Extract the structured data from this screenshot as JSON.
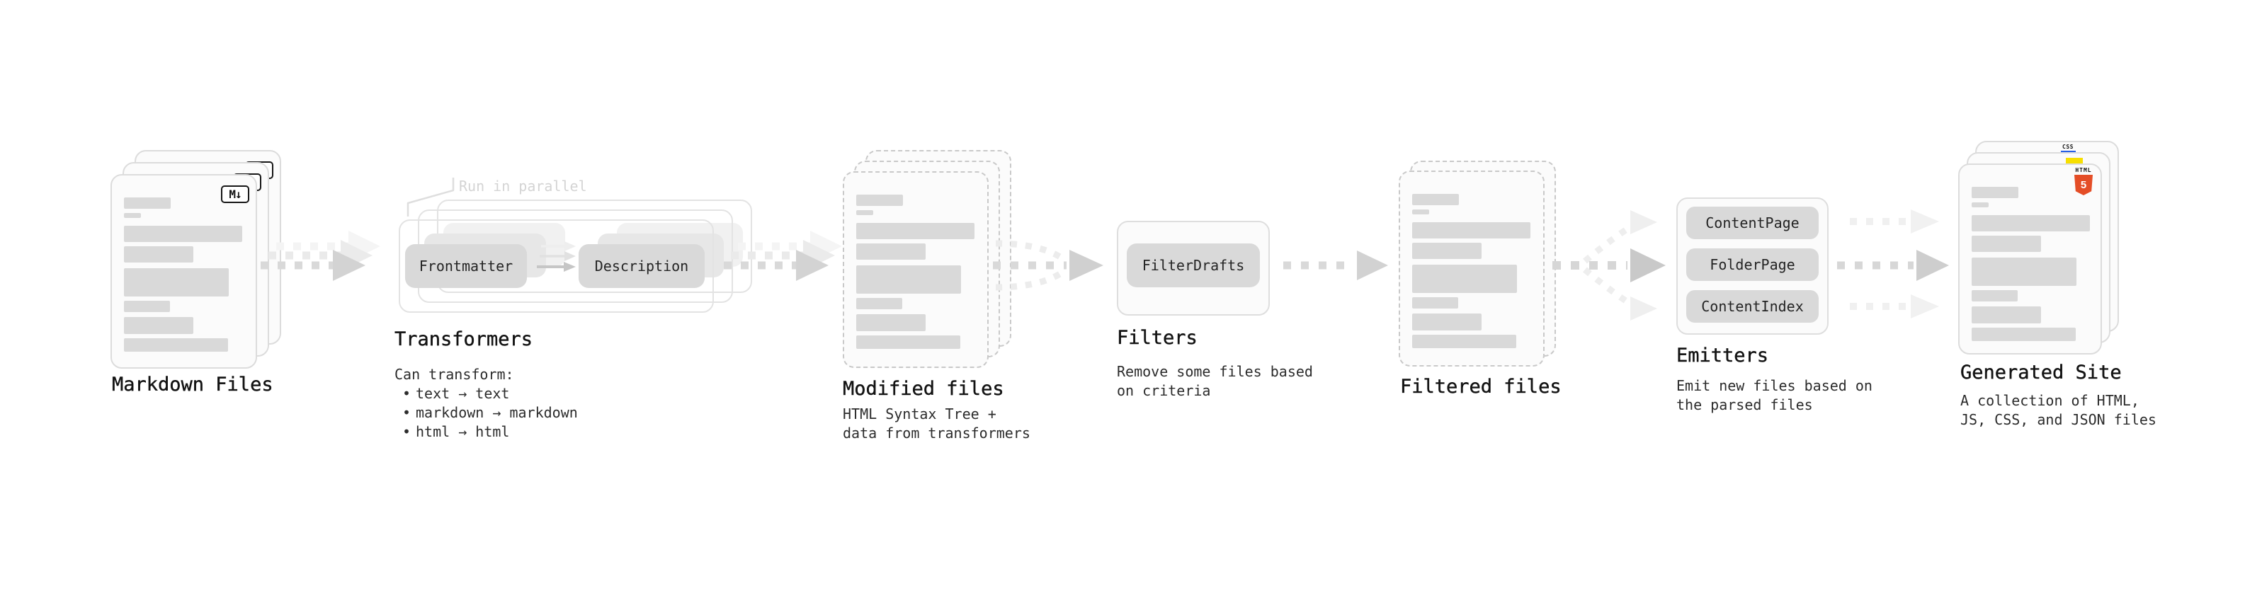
{
  "stages": {
    "markdown_files": {
      "title": "Markdown Files",
      "badge": "M↓"
    },
    "transformers": {
      "title": "Transformers",
      "note": "Run in parallel",
      "pill_left": "Frontmatter",
      "pill_right": "Description",
      "desc": "Can transform:",
      "bullet_char": "•",
      "bullets": [
        "text → text",
        "markdown → markdown",
        "html → html"
      ]
    },
    "modified_files": {
      "title": "Modified files",
      "desc_lines": [
        "HTML Syntax Tree +",
        "data from transformers"
      ]
    },
    "filters": {
      "title": "Filters",
      "pill": "FilterDrafts",
      "desc_lines": [
        "Remove some files based",
        "on criteria"
      ]
    },
    "filtered_files": {
      "title": "Filtered files"
    },
    "emitters": {
      "title": "Emitters",
      "pills": [
        "ContentPage",
        "FolderPage",
        "ContentIndex"
      ],
      "desc_lines": [
        "Emit new files based on",
        "the parsed files"
      ]
    },
    "generated_site": {
      "title": "Generated Site",
      "desc_lines": [
        "A collection of HTML,",
        "JS, CSS, and JSON files"
      ],
      "badges": {
        "css": "CSS",
        "html_label": "HTML",
        "html_number": "5"
      }
    }
  },
  "colors": {
    "html5_orange": "#e44d26",
    "js_yellow": "#f7df00",
    "css_blue": "#2760e5",
    "pill_gray": "#d9d9d9"
  }
}
